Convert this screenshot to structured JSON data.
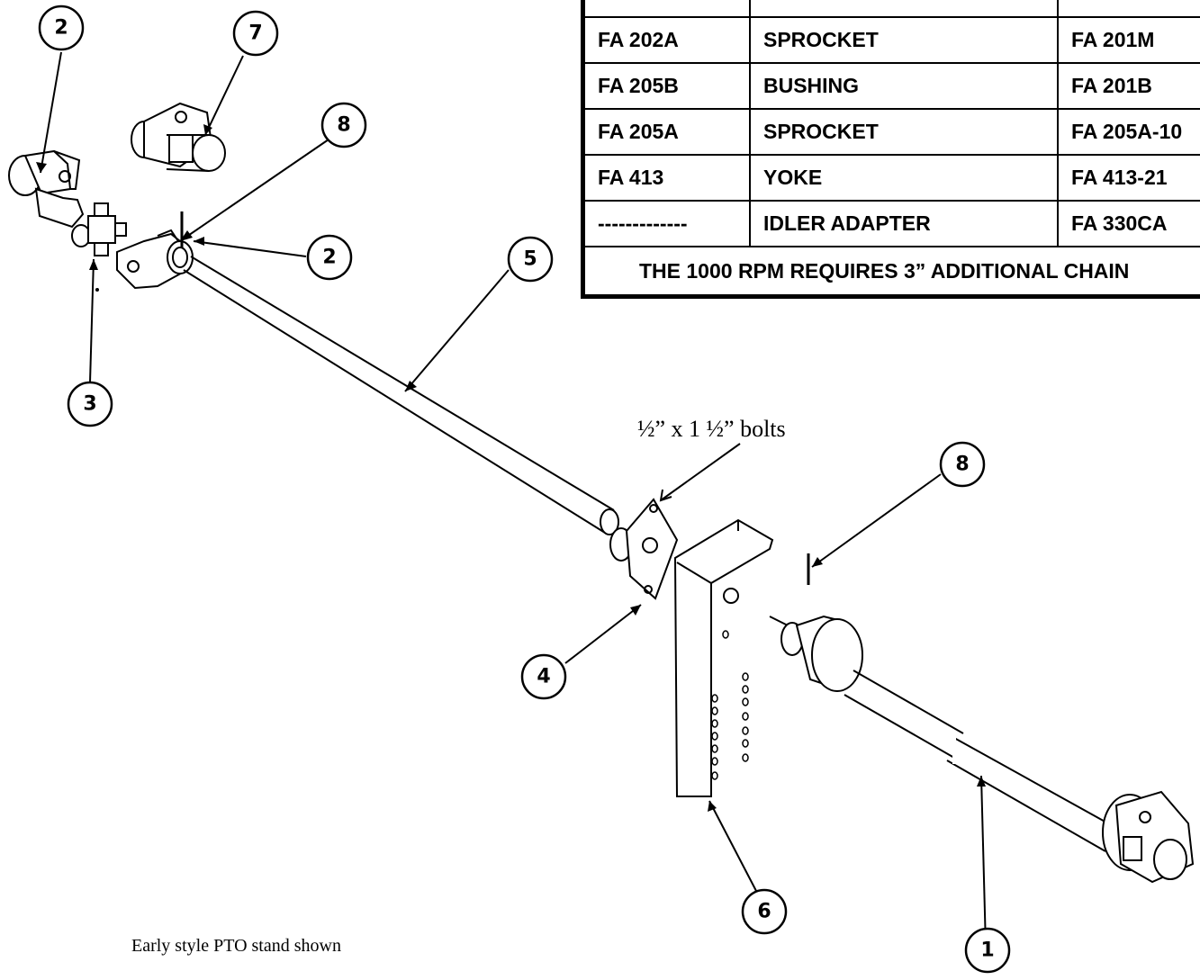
{
  "parts_table": {
    "rows": [
      {
        "part": "",
        "description": "",
        "alt": ""
      },
      {
        "part": "FA 202A",
        "description": "SPROCKET",
        "alt": "FA 201M"
      },
      {
        "part": "FA 205B",
        "description": "BUSHING",
        "alt": "FA 201B"
      },
      {
        "part": "FA 205A",
        "description": "SPROCKET",
        "alt": "FA 205A-10"
      },
      {
        "part": "FA 413",
        "description": "YOKE",
        "alt": "FA 413-21"
      },
      {
        "part": "-------------",
        "description": "IDLER  ADAPTER",
        "alt": "FA 330CA"
      }
    ],
    "note": "THE 1000 RPM REQUIRES 3” ADDITIONAL CHAIN"
  },
  "bolt_label": "½” x 1 ½” bolts",
  "caption": "Early style PTO stand shown",
  "callouts": {
    "c2_top": "2",
    "c7": "7",
    "c8_top": "8",
    "c2_mid": "2",
    "c5": "5",
    "c3": "3",
    "c8_right": "8",
    "c4": "4",
    "c6": "6",
    "c1": "1"
  }
}
